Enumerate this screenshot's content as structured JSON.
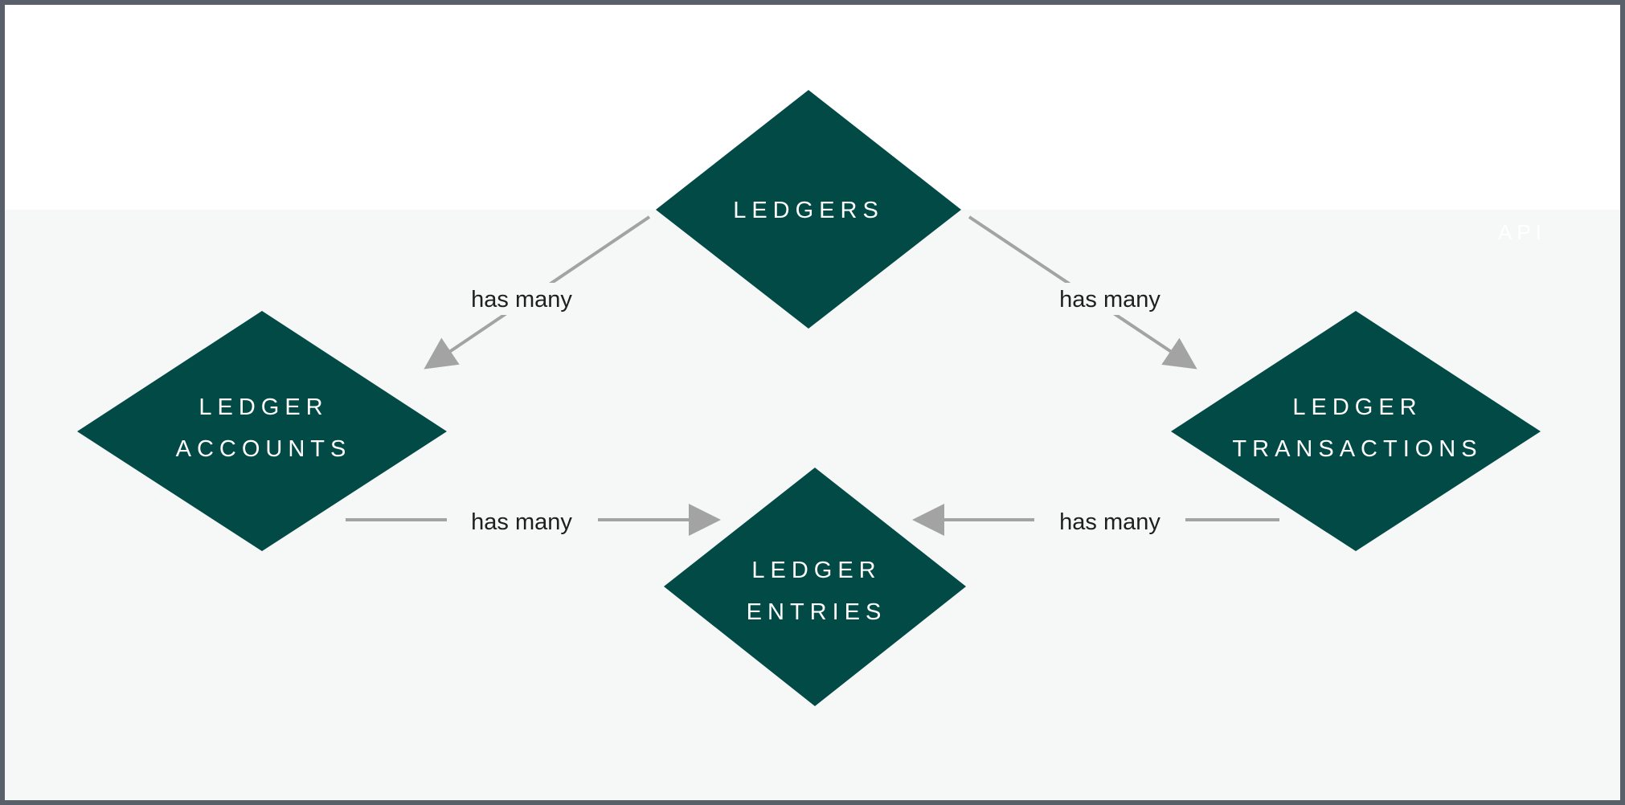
{
  "region": {
    "label": "API"
  },
  "nodes": {
    "ledgers": {
      "line1": "LEDGERS"
    },
    "ledger_accounts": {
      "line1": "LEDGER",
      "line2": "ACCOUNTS"
    },
    "ledger_transactions": {
      "line1": "LEDGER",
      "line2": "TRANSACTIONS"
    },
    "ledger_entries": {
      "line1": "LEDGER",
      "line2": "ENTRIES"
    }
  },
  "edges": {
    "ledgers_to_accounts": "has many",
    "ledgers_to_transactions": "has many",
    "accounts_to_entries": "has many",
    "transactions_to_entries": "has many"
  },
  "colors": {
    "node_fill": "#014a46",
    "arrow": "#a3a3a3",
    "band": "#f6f7f7",
    "border": "#59606a"
  }
}
